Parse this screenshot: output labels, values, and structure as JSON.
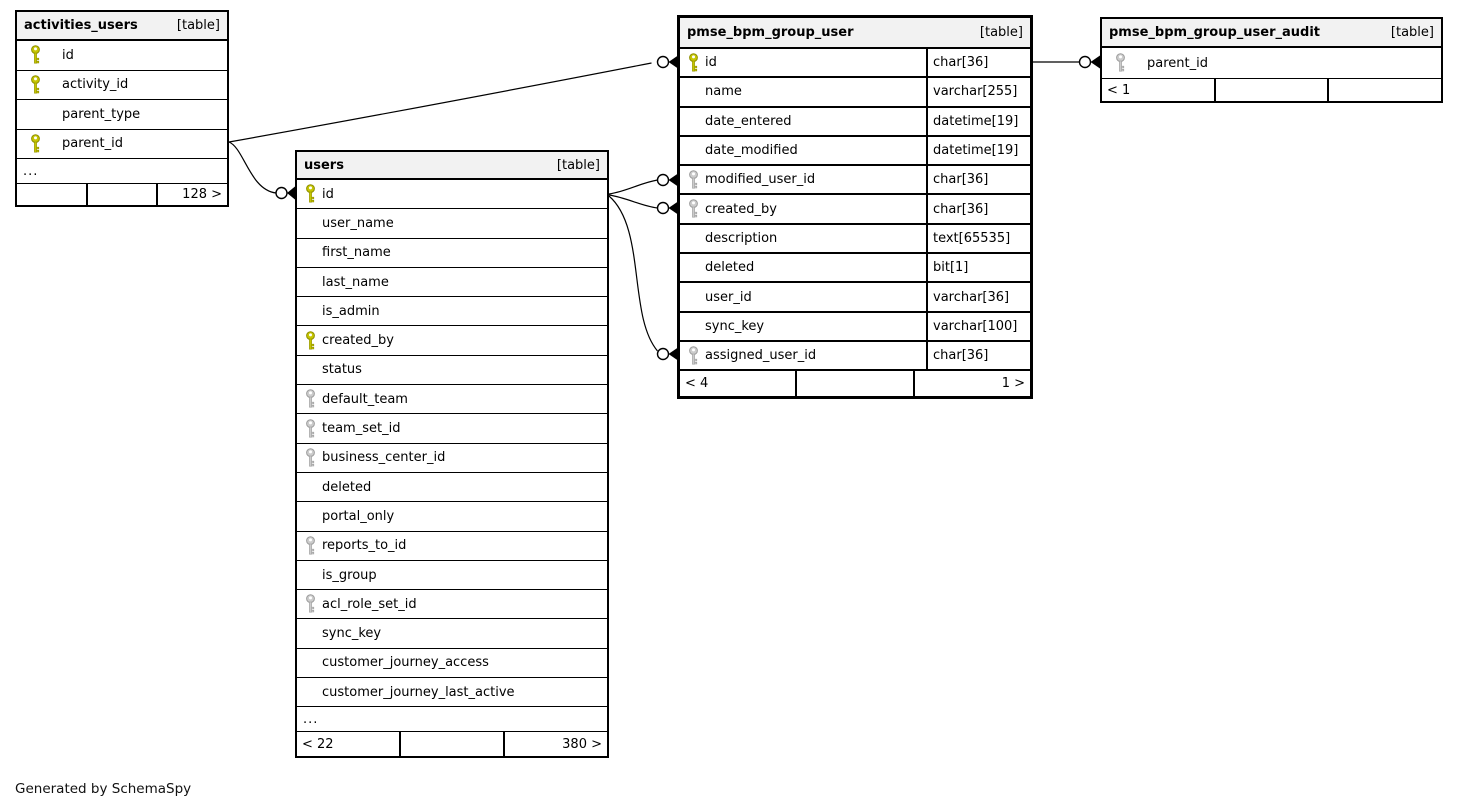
{
  "page": {
    "credit": "Generated by SchemaSpy"
  },
  "colors": {
    "background": "#ffffff",
    "table_header_bg": "#f2f2f2",
    "table_border": "#000000",
    "pk_key_color": "#c6c600",
    "pk_key_outline": "#8f8f00",
    "fk_key_color": "#cccccc",
    "fk_key_outline": "#9d9d9d"
  },
  "tables": {
    "activities_users": {
      "name": "activities_users",
      "tag": "[table]",
      "columns": [
        {
          "name": "id",
          "key": "pk"
        },
        {
          "name": "activity_id",
          "key": "pk"
        },
        {
          "name": "parent_type",
          "key": ""
        },
        {
          "name": "parent_id",
          "key": "pk"
        }
      ],
      "truncated": "...",
      "pager": [
        "",
        "",
        "128 >"
      ]
    },
    "users": {
      "name": "users",
      "tag": "[table]",
      "columns": [
        {
          "name": "id",
          "key": "pk"
        },
        {
          "name": "user_name",
          "key": ""
        },
        {
          "name": "first_name",
          "key": ""
        },
        {
          "name": "last_name",
          "key": ""
        },
        {
          "name": "is_admin",
          "key": ""
        },
        {
          "name": "created_by",
          "key": "pk"
        },
        {
          "name": "status",
          "key": ""
        },
        {
          "name": "default_team",
          "key": "fk"
        },
        {
          "name": "team_set_id",
          "key": "fk"
        },
        {
          "name": "business_center_id",
          "key": "fk"
        },
        {
          "name": "deleted",
          "key": ""
        },
        {
          "name": "portal_only",
          "key": ""
        },
        {
          "name": "reports_to_id",
          "key": "fk"
        },
        {
          "name": "is_group",
          "key": ""
        },
        {
          "name": "acl_role_set_id",
          "key": "fk"
        },
        {
          "name": "sync_key",
          "key": ""
        },
        {
          "name": "customer_journey_access",
          "key": ""
        },
        {
          "name": "customer_journey_last_active",
          "key": ""
        }
      ],
      "truncated": "...",
      "pager": [
        "< 22",
        "",
        "380 >"
      ]
    },
    "pmse_bpm_group_user": {
      "name": "pmse_bpm_group_user",
      "tag": "[table]",
      "columns": [
        {
          "name": "id",
          "key": "pk",
          "type": "char[36]"
        },
        {
          "name": "name",
          "key": "",
          "type": "varchar[255]"
        },
        {
          "name": "date_entered",
          "key": "",
          "type": "datetime[19]"
        },
        {
          "name": "date_modified",
          "key": "",
          "type": "datetime[19]"
        },
        {
          "name": "modified_user_id",
          "key": "fk",
          "type": "char[36]"
        },
        {
          "name": "created_by",
          "key": "fk",
          "type": "char[36]"
        },
        {
          "name": "description",
          "key": "",
          "type": "text[65535]"
        },
        {
          "name": "deleted",
          "key": "",
          "type": "bit[1]"
        },
        {
          "name": "user_id",
          "key": "",
          "type": "varchar[36]"
        },
        {
          "name": "sync_key",
          "key": "",
          "type": "varchar[100]"
        },
        {
          "name": "assigned_user_id",
          "key": "fk",
          "type": "char[36]"
        }
      ],
      "pager": [
        "< 4",
        "",
        "1 >"
      ]
    },
    "pmse_bpm_group_user_audit": {
      "name": "pmse_bpm_group_user_audit",
      "tag": "[table]",
      "columns": [
        {
          "name": "parent_id",
          "key": "fk"
        }
      ],
      "pager": [
        "< 1",
        "",
        ""
      ]
    }
  },
  "relationships": [
    {
      "a": "activities_users.parent_id",
      "b": "users.id",
      "marker_at": "b",
      "marker": "zero-or-many"
    },
    {
      "a": "activities_users.parent_id",
      "b": "pmse_bpm_group_user.id",
      "marker_at": "b",
      "marker": "zero-or-many"
    },
    {
      "a": "users.id",
      "b": "pmse_bpm_group_user.modified_user_id",
      "marker_at": "b",
      "marker": "zero-or-many"
    },
    {
      "a": "users.id",
      "b": "pmse_bpm_group_user.created_by",
      "marker_at": "b",
      "marker": "zero-or-many"
    },
    {
      "a": "users.id",
      "b": "pmse_bpm_group_user.assigned_user_id",
      "marker_at": "b",
      "marker": "zero-or-many"
    },
    {
      "a": "pmse_bpm_group_user.id",
      "b": "pmse_bpm_group_user_audit.parent_id",
      "marker_at": "b",
      "marker": "zero-or-many"
    }
  ]
}
